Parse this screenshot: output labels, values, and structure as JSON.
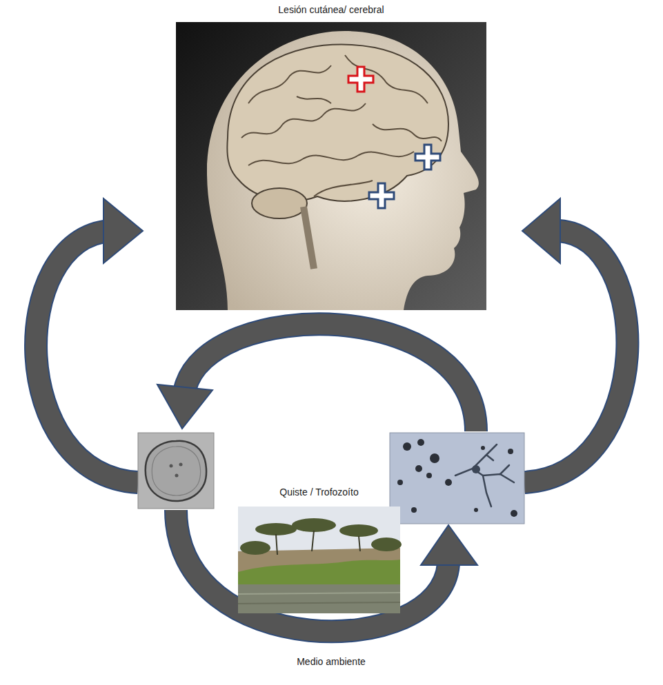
{
  "diagram": {
    "nodes": [
      {
        "text": [
          "Lesión cutánea/ cerebral"
        ]
      },
      {
        "text": [
          "Quiste / Trofozoíto"
        ]
      }
    ],
    "labels": [
      "Medio ambiente"
    ]
  }
}
